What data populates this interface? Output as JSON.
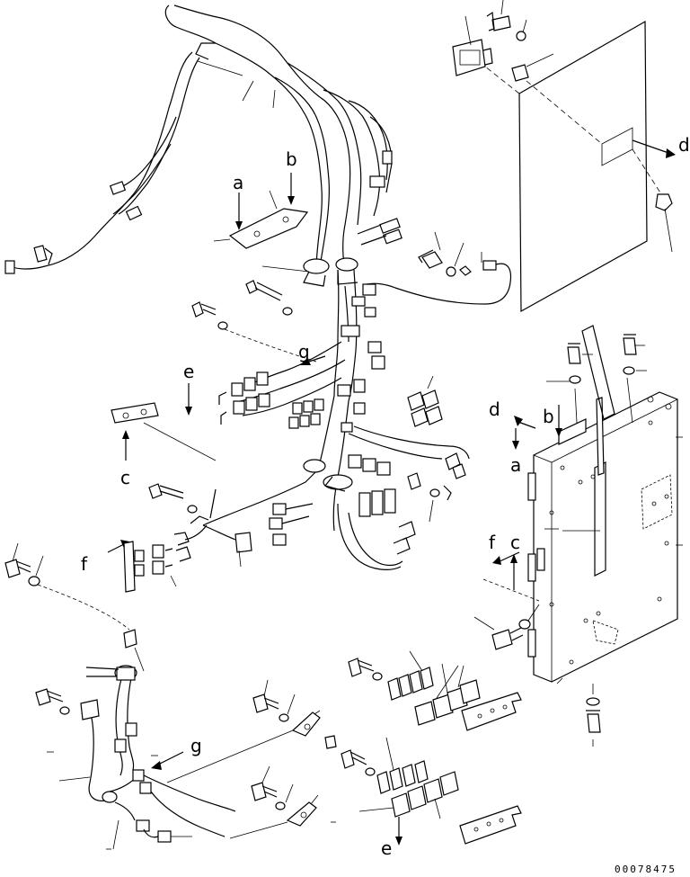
{
  "diagram": {
    "callouts": {
      "a_top": "a",
      "b_top": "b",
      "g_mid": "g",
      "e_mid": "e",
      "c_left": "c",
      "f_left": "f",
      "d_panel": "d",
      "d_box": "d",
      "b_box": "b",
      "a_box": "a",
      "f_box": "f",
      "c_box": "c",
      "g_low": "g",
      "e_low": "e"
    },
    "drawing_number": "00078475"
  }
}
